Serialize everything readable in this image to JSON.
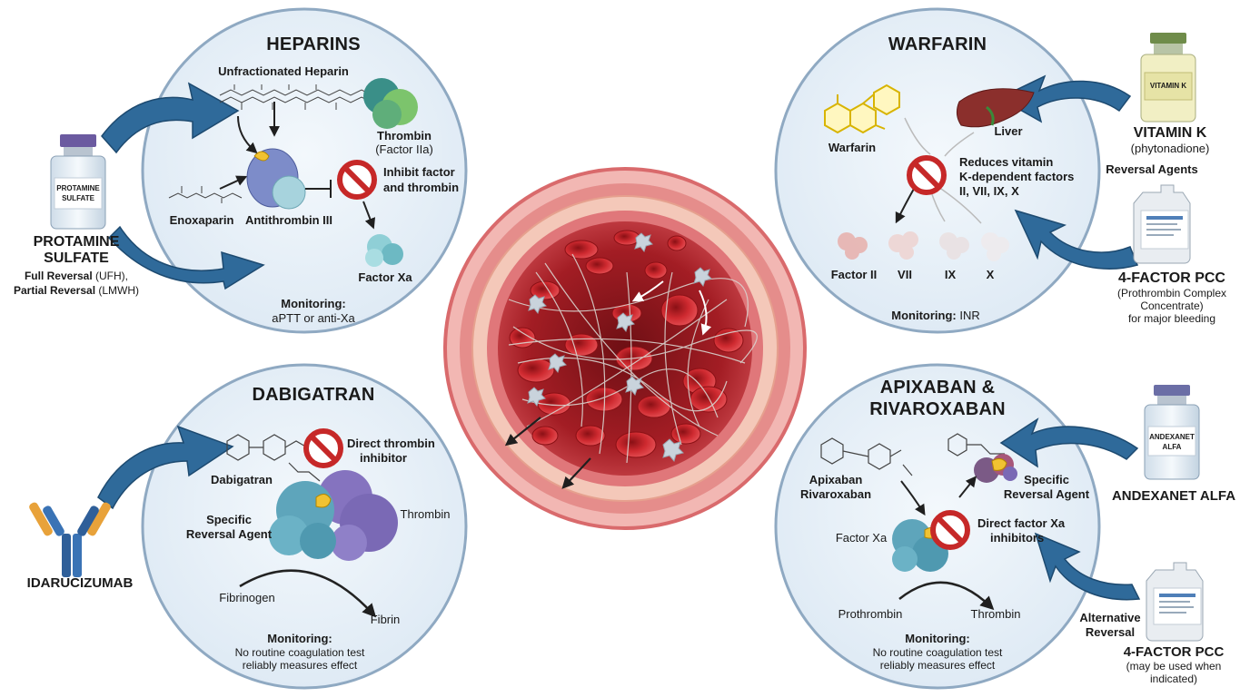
{
  "center": {
    "name": "blood-clot-vessel"
  },
  "heparins": {
    "title": "HEPARINS",
    "ufh": "Unfractionated Heparin",
    "enoxaparin": "Enoxaparin",
    "antithrombin": "Antithrombin III",
    "thrombin": "Thrombin",
    "thrombin_sub": "(Factor IIa)",
    "inhibit_1": "Inhibit factor",
    "inhibit_2": "and thrombin",
    "factor_xa": "Factor Xa",
    "monitoring_label": "Monitoring:",
    "monitoring_value": "aPTT or anti-Xa"
  },
  "protamine": {
    "vial_1": "PROTAMINE",
    "vial_2": "SULFATE",
    "name_1": "PROTAMINE",
    "name_2": "SULFATE",
    "full_bold": "Full Reversal",
    "full_rest": "(UFH),",
    "partial_bold": "Partial Reversal",
    "partial_rest": "(LMWH)"
  },
  "warfarin": {
    "title": "WARFARIN",
    "drug": "Warfarin",
    "liver": "Liver",
    "reduces_1": "Reduces vitamin",
    "reduces_2": "K-dependent factors",
    "reduces_3": "II, VII, IX, X",
    "factors": [
      "Factor II",
      "VII",
      "IX",
      "X"
    ],
    "monitoring_label": "Monitoring:",
    "monitoring_value": "INR"
  },
  "vitamin_k": {
    "vial": "VITAMIN K",
    "name": "VITAMIN K",
    "sub": "(phytonadione)",
    "reversal": "Reversal Agents"
  },
  "pcc_top": {
    "name": "4-FACTOR PCC",
    "line_1": "(Prothrombin Complex",
    "line_2": "Concentrate)",
    "line_3": "for major bleeding"
  },
  "dabigatran": {
    "title": "DABIGATRAN",
    "drug": "Dabigatran",
    "direct_1": "Direct thrombin",
    "direct_2": "inhibitor",
    "specific_1": "Specific",
    "specific_2": "Reversal Agent",
    "thrombin": "Thrombin",
    "fibrinogen": "Fibrinogen",
    "fibrin": "Fibrin",
    "monitoring_label": "Monitoring:",
    "monitoring_1": "No routine coagulation test",
    "monitoring_2": "reliably measures effect"
  },
  "idarucizumab": {
    "name": "IDARUCIZUMAB"
  },
  "apixaban": {
    "title_1": "APIXABAN &",
    "title_2": "RIVAROXABAN",
    "drug_1": "Apixaban",
    "drug_2": "Rivaroxaban",
    "specific_1": "Specific",
    "specific_2": "Reversal Agent",
    "factor_xa": "Factor Xa",
    "direct_1": "Direct factor Xa",
    "direct_2": "inhibitors",
    "prothrombin": "Prothrombin",
    "thrombin": "Thrombin",
    "monitoring_label": "Monitoring:",
    "monitoring_1": "No routine coagulation test",
    "monitoring_2": "reliably measures effect"
  },
  "andexanet": {
    "vial_1": "ANDEXANET",
    "vial_2": "ALFA",
    "name": "ANDEXANET ALFA"
  },
  "pcc_bottom": {
    "alt_1": "Alternative",
    "alt_2": "Reversal",
    "name": "4-FACTOR PCC",
    "sub_1": "(may be used when",
    "sub_2": "indicated)"
  },
  "colors": {
    "panel_fill": "#e7f0f8",
    "panel_stroke": "#8fa9c2",
    "arrow_blue": "#2f6a9a",
    "no_symbol": "#c62828",
    "vessel_outer": "#e07f80",
    "clot_red": "#c8242b"
  }
}
